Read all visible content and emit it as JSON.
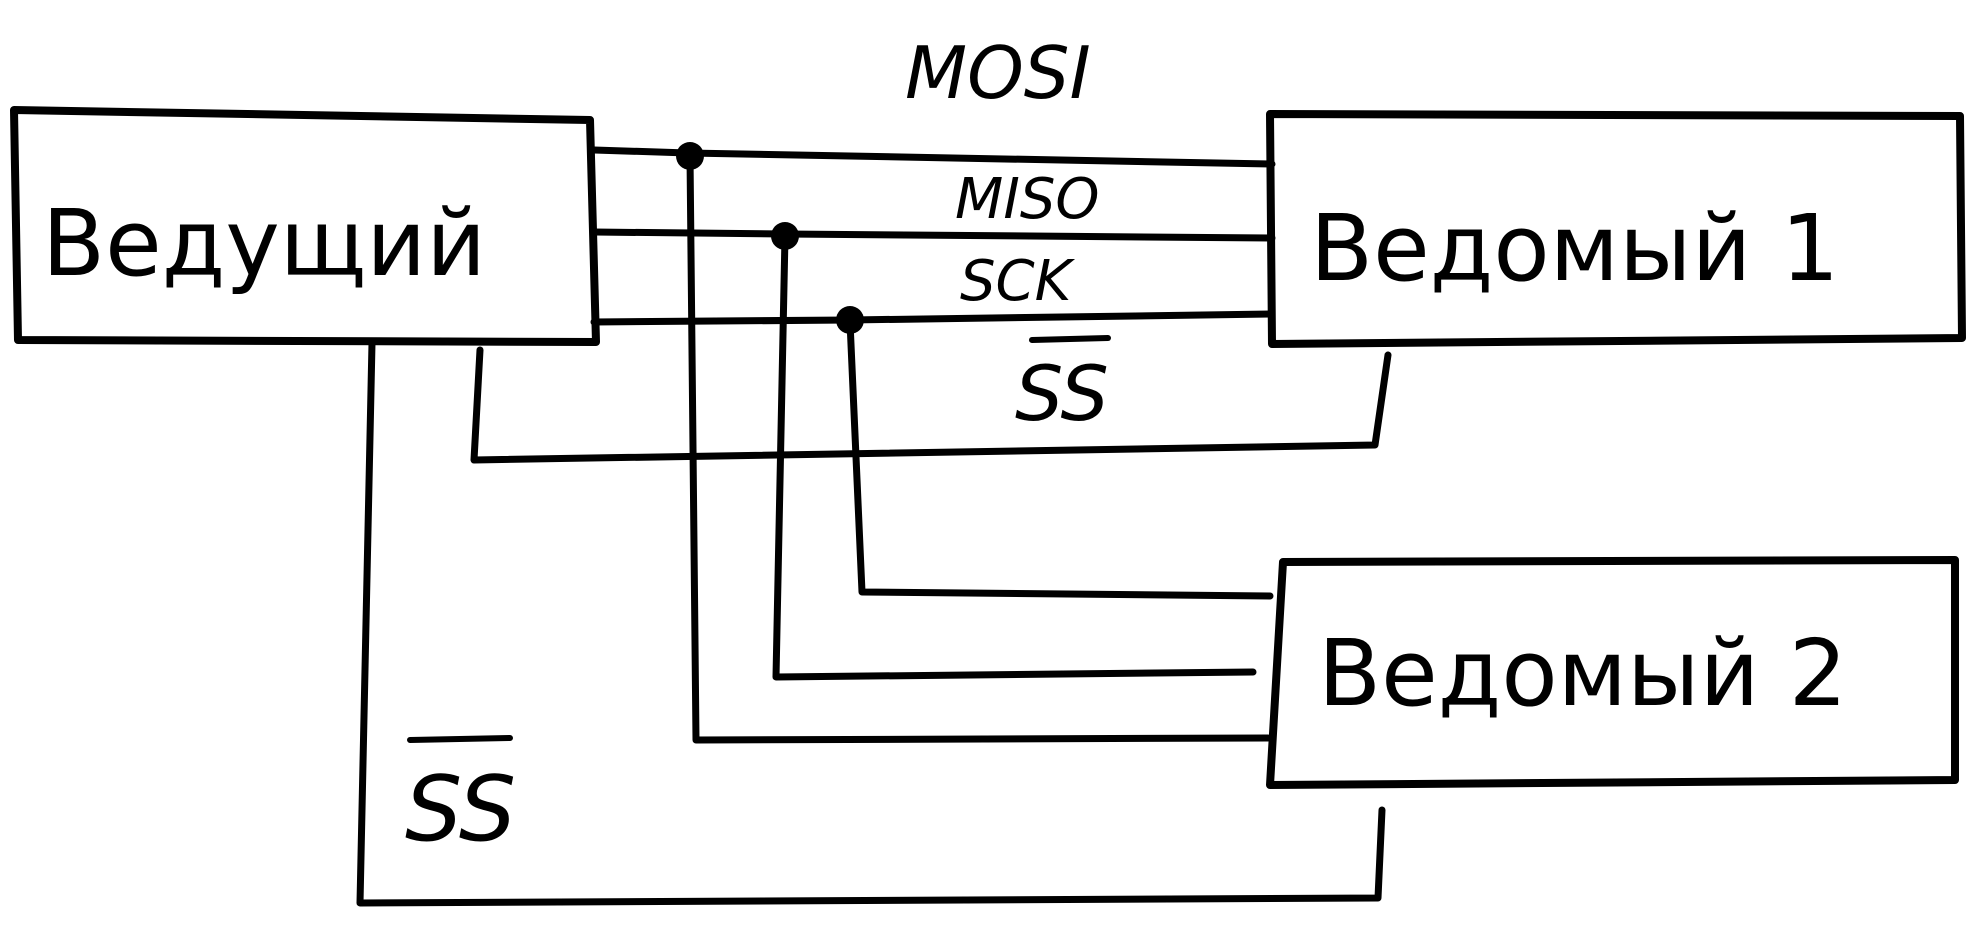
{
  "nodes": {
    "master": "Ведущий",
    "slave1": "Ведомый 1",
    "slave2": "Ведомый 2"
  },
  "signals": {
    "mosi": "MOSI",
    "miso": "MISO",
    "sck": "SCK",
    "ss1": "SS",
    "ss2": "SS"
  }
}
